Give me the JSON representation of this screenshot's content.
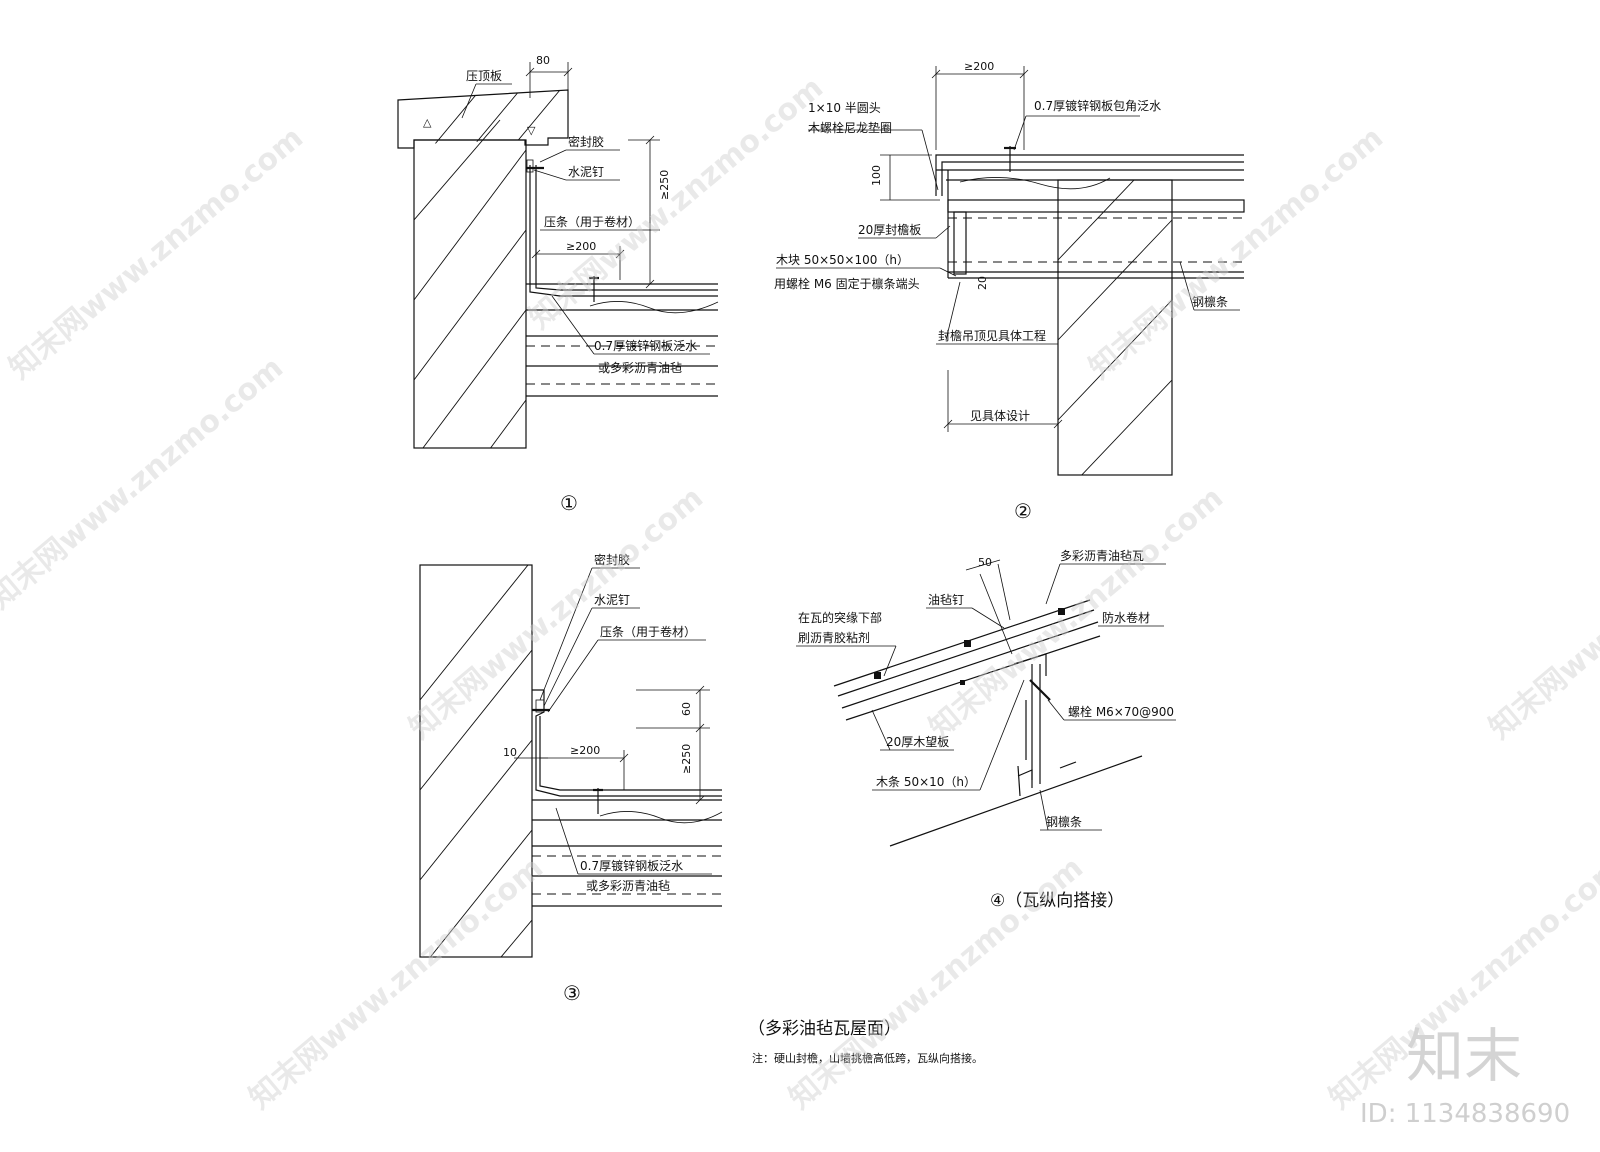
{
  "detail1": {
    "marker": "①",
    "dim_top": "80",
    "cap_label": "压顶板",
    "sealant": "密封胶",
    "cement_nail": "水泥钉",
    "press_strip": "压条（用于卷材）",
    "dim_200": "≥200",
    "dim_250": "≥250",
    "flashing_1": "0.7厚镀锌钢板泛水",
    "flashing_2": "或多彩沥青油毡"
  },
  "detail2": {
    "marker": "②",
    "dim_200": "≥200",
    "bolt_1": "1×10   半圆头",
    "bolt_2": "木螺栓尼龙垫圈",
    "corner_flashing": "0.7厚镀锌钢板包角泛水",
    "dim_100": "100",
    "fascia": "20厚封檐板",
    "block": "木块   50×50×100（h）",
    "bolt_m6": "用螺栓   M6   固定于檩条端头",
    "dim_20": "20",
    "soffit": "封檐吊顶见具体工程",
    "purlin": "钢檩条",
    "see_design": "见具体设计"
  },
  "detail3": {
    "marker": "③",
    "sealant": "密封胶",
    "cement_nail": "水泥钉",
    "press_strip": "压条（用于卷材）",
    "dim_60": "60",
    "dim_10": "10",
    "dim_200": "≥200",
    "dim_250": "≥250",
    "flashing_1": "0.7厚镀锌钢板泛水",
    "flashing_2": "或多彩沥青油毡"
  },
  "detail4": {
    "marker": "④（瓦纵向搭接）",
    "dim_50": "50",
    "shingle": "多彩沥青油毡瓦",
    "felt_nail": "油毡钉",
    "glue_1": "在瓦的突缘下部",
    "glue_2": "刷沥青胶粘剂",
    "membrane": "防水卷材",
    "bolt": "螺栓   M6×70@900",
    "board": "20厚木望板",
    "batten": "木条   50×10（h）",
    "purlin": "钢檩条"
  },
  "footer": {
    "title": "（多彩油毡瓦屋面）",
    "note": "注：硬山封檐，山墙挑檐高低跨，瓦纵向搭接。"
  },
  "watermark": {
    "text": "知末网www.znzmo.com",
    "logo": "知末",
    "id": "ID: 1134838690"
  }
}
